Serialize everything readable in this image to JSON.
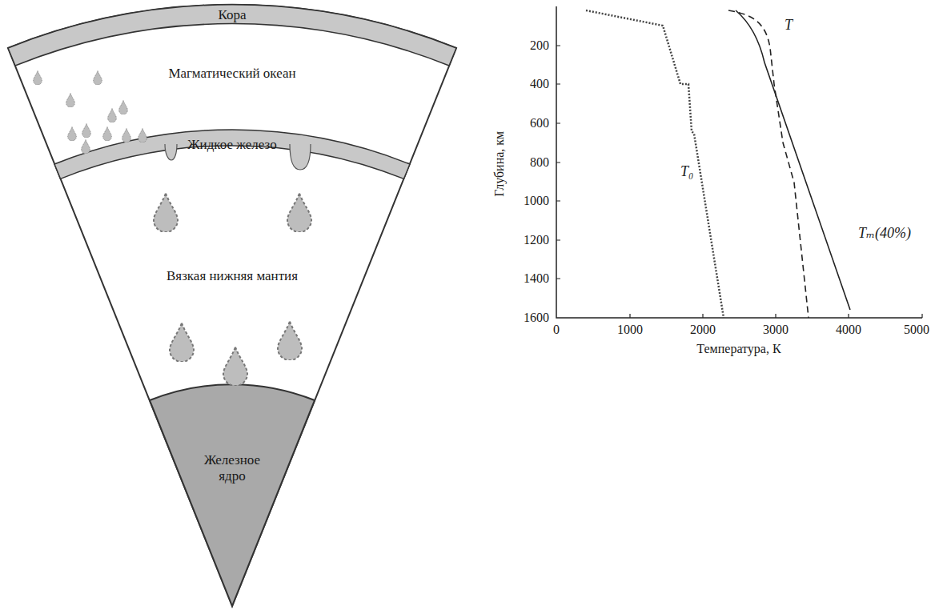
{
  "diagram": {
    "nodes": [
      {
        "text": [
          "Кора"
        ]
      },
      {
        "text": [
          "Магматический океан"
        ]
      },
      {
        "text": [
          "Жидкое железо"
        ]
      },
      {
        "text": [
          "Вязкая нижняя мантия"
        ]
      },
      {
        "text": [
          "Железное ядро"
        ]
      }
    ],
    "labels": [
      "T",
      "T₀",
      "Tₘ(40%)",
      "200",
      "400",
      "600",
      "800",
      "1000",
      "1200",
      "1400",
      "1600",
      "Глубина, км",
      "0",
      "1000",
      "2000",
      "3000",
      "4000",
      "5000",
      "Температура, К"
    ]
  }
}
